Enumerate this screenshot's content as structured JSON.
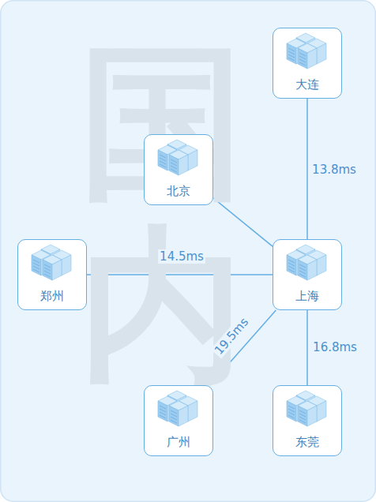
{
  "diagram": {
    "nodes": [
      {
        "text": [
          "大连"
        ]
      },
      {
        "text": [
          "北京"
        ]
      },
      {
        "text": [
          "郑州"
        ]
      },
      {
        "text": [
          "上海"
        ]
      },
      {
        "text": [
          "广州"
        ]
      },
      {
        "text": [
          "东莞"
        ]
      }
    ],
    "edges": [
      {
        "from": 0,
        "to": 3,
        "label": "13.8ms",
        "arrow": "none"
      },
      {
        "from": 1,
        "to": 3,
        "arrow": "none"
      },
      {
        "from": 2,
        "to": 3,
        "label": "14.5ms",
        "arrow": "none"
      },
      {
        "from": 3,
        "to": 4,
        "label": "19.5ms",
        "arrow": "none"
      },
      {
        "from": 3,
        "to": 5,
        "label": "16.8ms",
        "arrow": "none"
      }
    ],
    "labels": [
      "国内"
    ]
  }
}
